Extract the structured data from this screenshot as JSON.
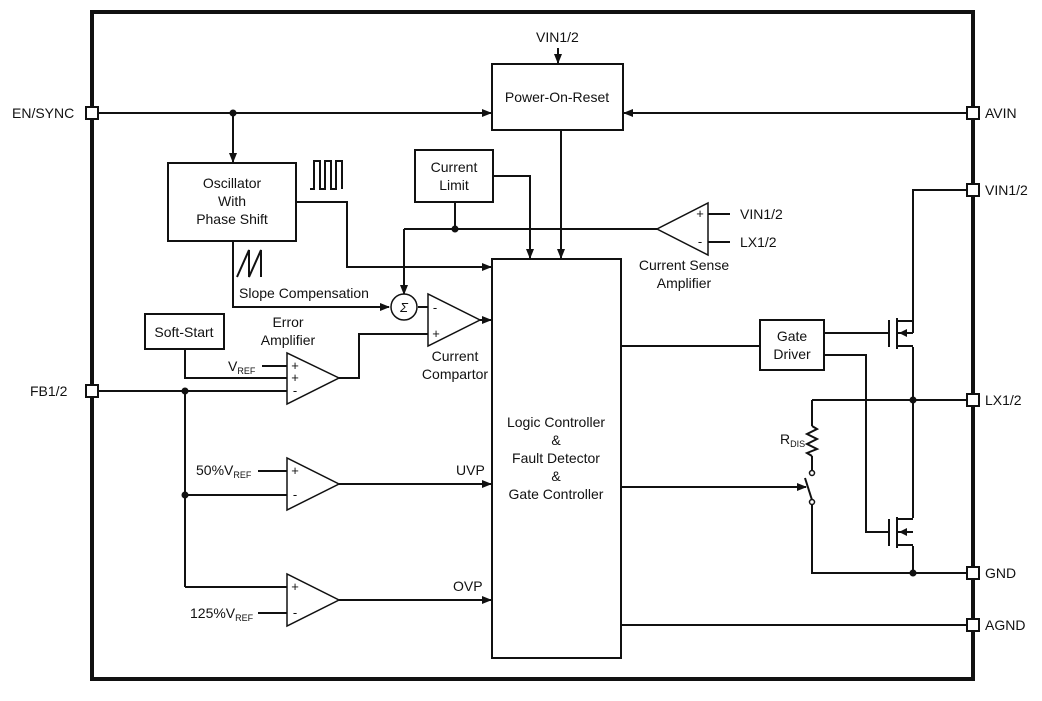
{
  "pins": {
    "en_sync": "EN/SYNC",
    "fb": "FB1/2",
    "vin_top": "VIN1/2",
    "avin": "AVIN",
    "vin_right": "VIN1/2",
    "lx": "LX1/2",
    "gnd": "GND",
    "agnd": "AGND"
  },
  "blocks": {
    "por": "Power-On-Reset",
    "osc": [
      "Oscillator",
      "With",
      "Phase Shift"
    ],
    "current_limit": [
      "Current",
      "Limit"
    ],
    "soft_start": "Soft-Start",
    "logic": [
      "Logic Controller",
      "&",
      "Fault Detector",
      "&",
      "Gate Controller"
    ],
    "gate_driver": [
      "Gate",
      "Driver"
    ]
  },
  "labels": {
    "slope_comp": "Slope Compensation",
    "error_amp": [
      "Error",
      "Amplifier"
    ],
    "current_comp": [
      "Current",
      "Compartor"
    ],
    "current_sense": [
      "Current Sense",
      "Amplifier"
    ],
    "cs_in_plus": "VIN1/2",
    "cs_in_minus": "LX1/2",
    "vref": "V",
    "vref_sub": "REF",
    "uvp_ref": "50%V",
    "ovp_ref": "125%V",
    "uvp": "UVP",
    "ovp": "OVP",
    "rdis": "R",
    "rdis_sub": "DIS",
    "sigma": "Σ",
    "plus": "+",
    "minus": "-"
  }
}
